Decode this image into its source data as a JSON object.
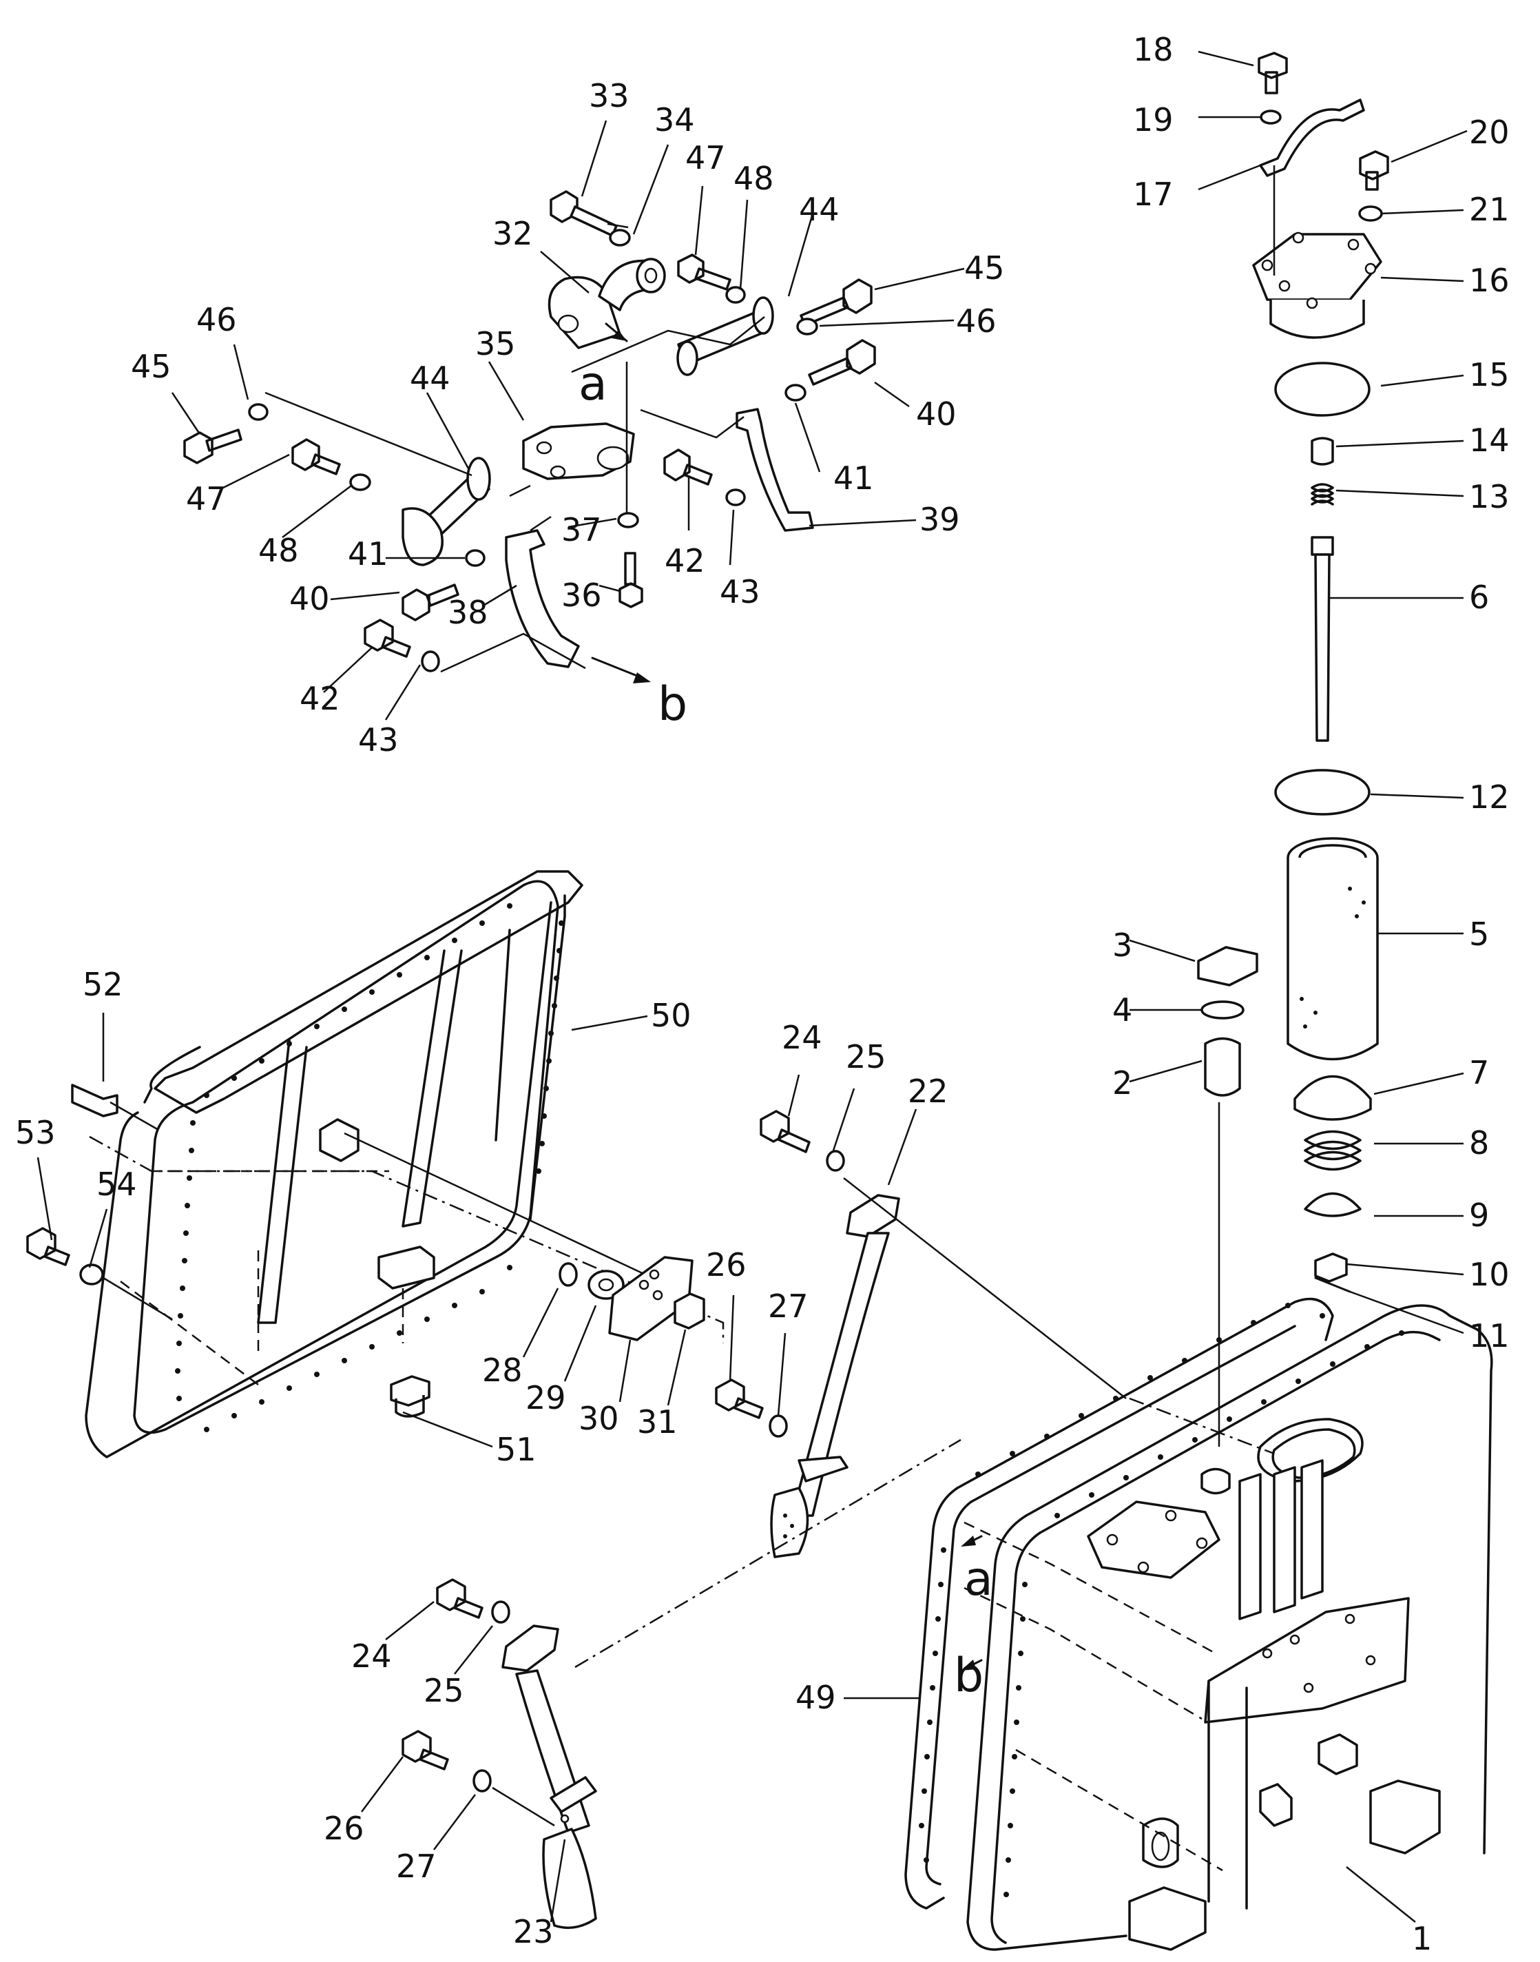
{
  "diagram": {
    "callouts": [
      "1",
      "2",
      "3",
      "4",
      "5",
      "6",
      "7",
      "8",
      "9",
      "10",
      "11",
      "12",
      "13",
      "14",
      "15",
      "16",
      "17",
      "18",
      "19",
      "20",
      "21",
      "22",
      "23",
      "24",
      "24",
      "25",
      "25",
      "26",
      "26",
      "27",
      "27",
      "28",
      "29",
      "30",
      "31",
      "32",
      "33",
      "34",
      "35",
      "36",
      "37",
      "38",
      "39",
      "40",
      "40",
      "41",
      "41",
      "42",
      "42",
      "43",
      "43",
      "44",
      "44",
      "45",
      "45",
      "46",
      "46",
      "47",
      "47",
      "48",
      "48",
      "49",
      "50",
      "51",
      "52",
      "53",
      "54"
    ],
    "connection_marks": [
      "a",
      "b",
      "a",
      "b"
    ]
  }
}
